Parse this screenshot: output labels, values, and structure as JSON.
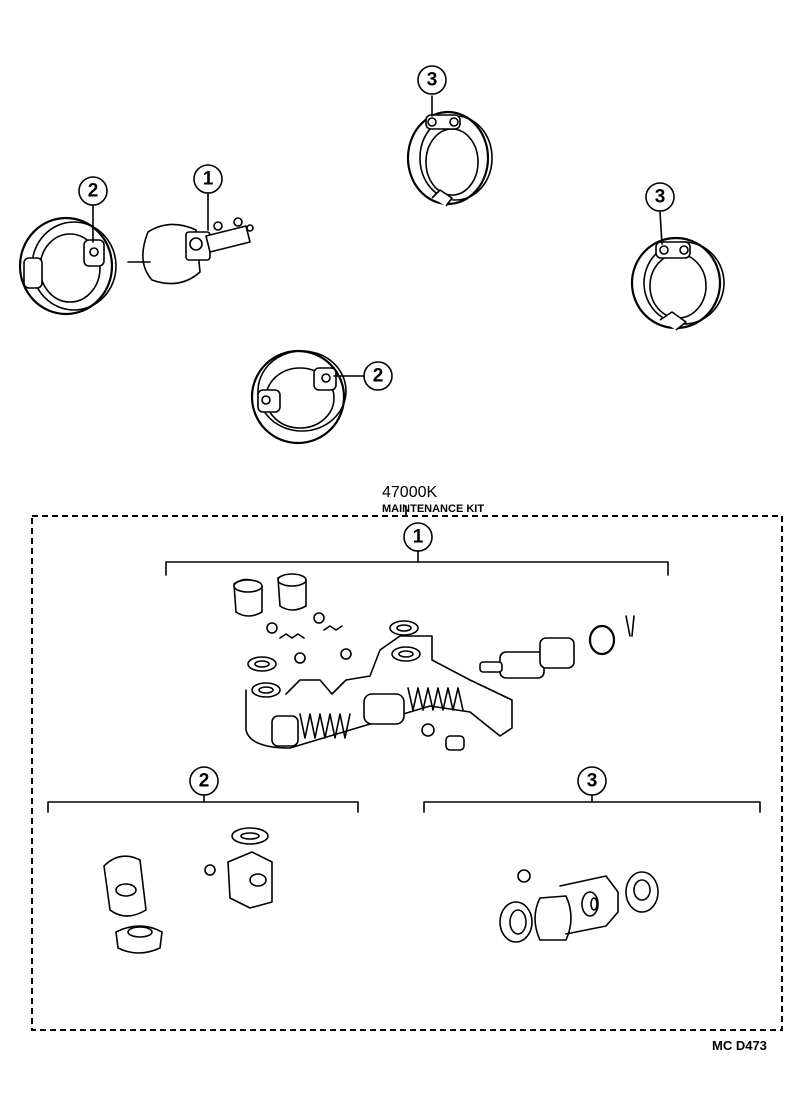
{
  "kit": {
    "part_number": "47000K",
    "name": "MAINTENANCE KIT"
  },
  "callouts": {
    "c1": "1",
    "c2": "2",
    "c3": "3"
  },
  "code": "MC  D473"
}
